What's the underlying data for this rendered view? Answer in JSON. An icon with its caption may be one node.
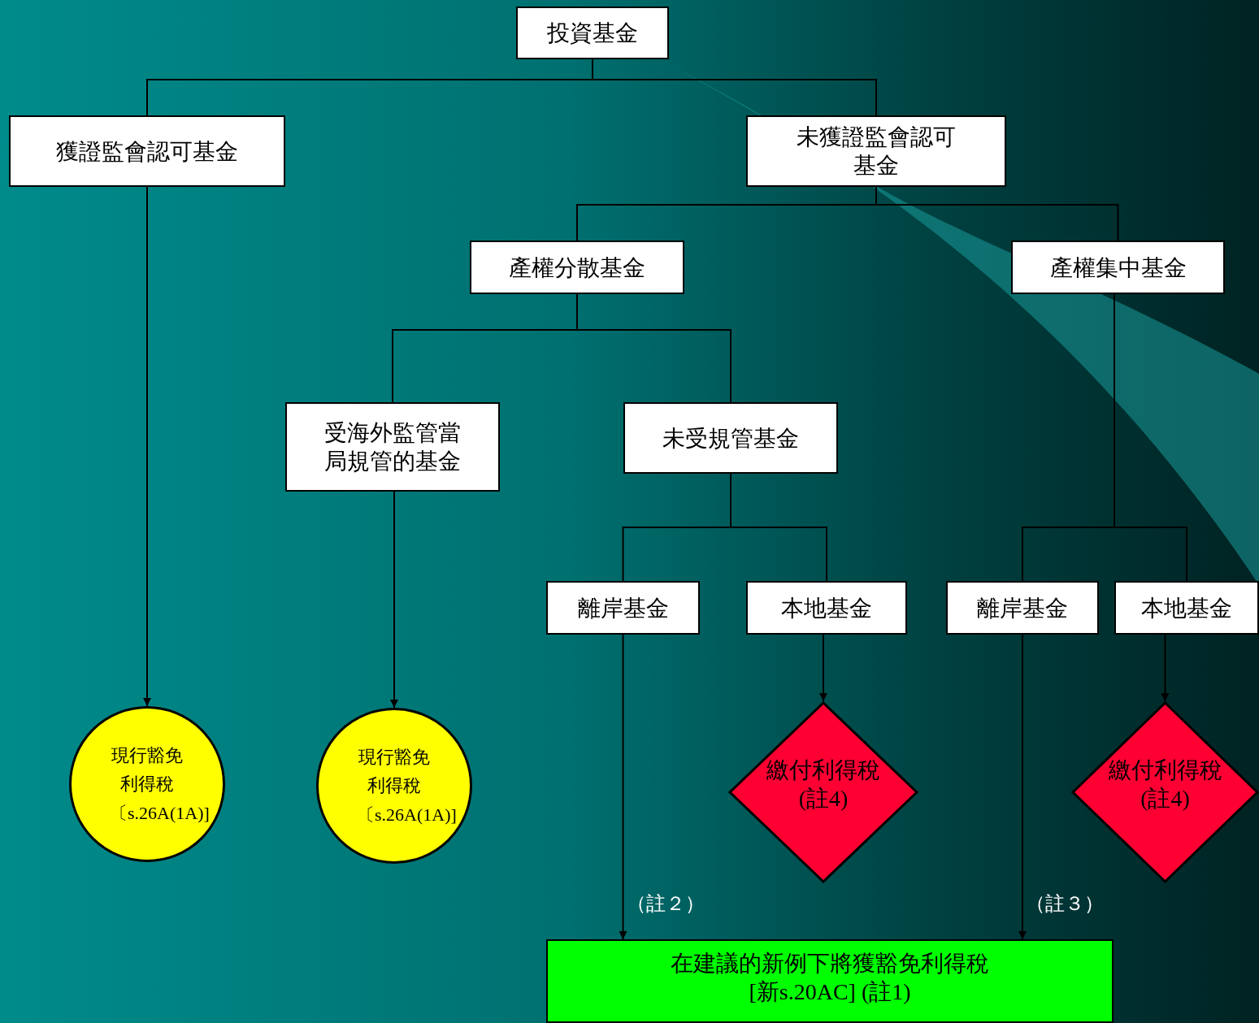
{
  "diagram": {
    "nodes": [
      {
        "text": [
          "投資基金"
        ]
      },
      {
        "text": [
          "獲證監會認可基金"
        ]
      },
      {
        "text": [
          "未獲證監會認可基金"
        ]
      },
      {
        "text": [
          "產權分散基金"
        ]
      },
      {
        "text": [
          "產權集中基金"
        ]
      },
      {
        "text": [
          "受海外監管當局規管的基金"
        ]
      },
      {
        "text": [
          "未受規管基金"
        ]
      },
      {
        "text": [
          "離岸基金"
        ]
      },
      {
        "text": [
          "本地基金"
        ]
      },
      {
        "text": [
          "離岸基金"
        ]
      },
      {
        "text": [
          "本地基金"
        ]
      },
      {
        "text": [
          "現行豁免利得稅",
          "〔s.26A(1A)]"
        ]
      },
      {
        "text": [
          "現行豁免利得稅",
          "〔s.26A(1A)]"
        ]
      },
      {
        "text": [
          "繳付利得稅(註4)"
        ]
      },
      {
        "text": [
          "繳付利得稅(註4)"
        ]
      },
      {
        "text": [
          "在建議的新例下將獲豁免利得稅[新s.20AC] (註1)"
        ]
      }
    ],
    "edges": [
      {
        "from": 0,
        "to": 1,
        "arrow": "none"
      },
      {
        "from": 0,
        "to": 2,
        "arrow": "none"
      },
      {
        "from": 2,
        "to": 3,
        "arrow": "none"
      },
      {
        "from": 2,
        "to": 4,
        "arrow": "none"
      },
      {
        "from": 3,
        "to": 5,
        "arrow": "none"
      },
      {
        "from": 3,
        "to": 6,
        "arrow": "none"
      },
      {
        "from": 6,
        "to": 7,
        "arrow": "none"
      },
      {
        "from": 6,
        "to": 8,
        "arrow": "none"
      },
      {
        "from": 4,
        "to": 9,
        "arrow": "none"
      },
      {
        "from": 4,
        "to": 10,
        "arrow": "none"
      },
      {
        "from": 1,
        "to": 11,
        "arrow": "to"
      },
      {
        "from": 5,
        "to": 12,
        "arrow": "to"
      },
      {
        "from": 8,
        "to": 13,
        "arrow": "to"
      },
      {
        "from": 10,
        "to": 14,
        "arrow": "to"
      },
      {
        "from": 7,
        "to": 15,
        "arrow": "to",
        "label": "（註２）"
      },
      {
        "from": 9,
        "to": 15,
        "arrow": "to",
        "label": "（註３）"
      }
    ]
  }
}
